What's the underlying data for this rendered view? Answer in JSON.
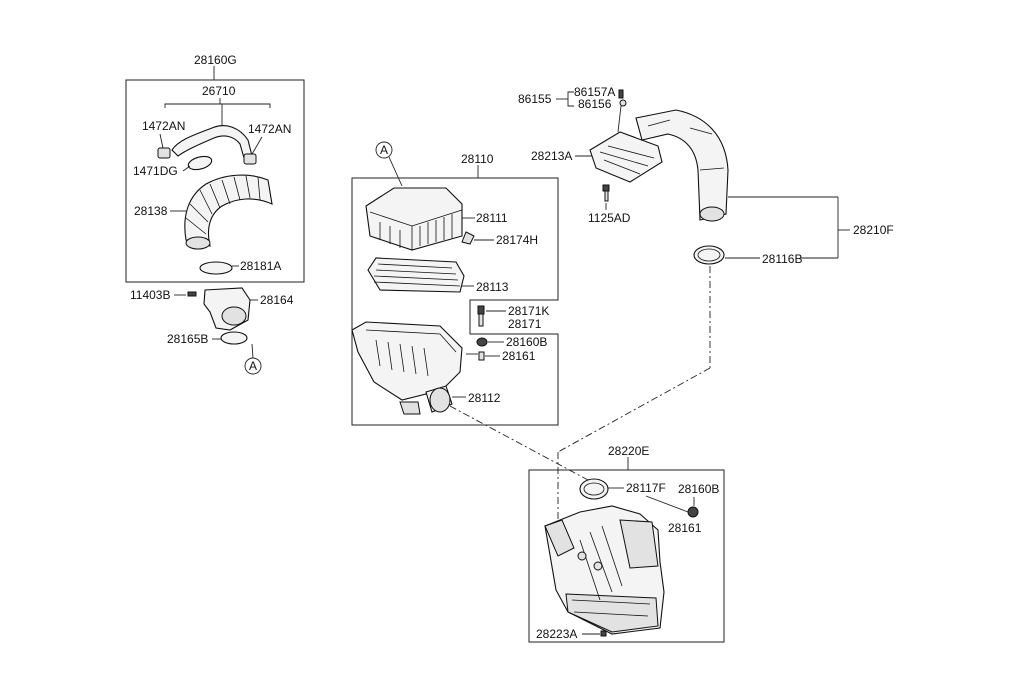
{
  "labels": {
    "p28160G": "28160G",
    "p26710": "26710",
    "p1472AN_left": "1472AN",
    "p1472AN_right": "1472AN",
    "p1471DG": "1471DG",
    "p28138": "28138",
    "p28181A": "28181A",
    "p11403B": "11403B",
    "p28164": "28164",
    "p28165B": "28165B",
    "p28110": "28110",
    "p28111": "28111",
    "p28174H": "28174H",
    "p28113": "28113",
    "p28171K": "28171K",
    "p28171": "28171",
    "p28160B_mid": "28160B",
    "p28161_mid": "28161",
    "p28112": "28112",
    "p86155": "86155",
    "p86157A": "86157A",
    "p86156": "86156",
    "p28213A": "28213A",
    "p1125AD": "1125AD",
    "p28210F": "28210F",
    "p28116B": "28116B",
    "p28220E": "28220E",
    "p28117F": "28117F",
    "p28160B_right": "28160B",
    "p28161_right": "28161",
    "p28223A": "28223A"
  },
  "refs": {
    "refA_top": "A",
    "refA_bottom": "A"
  }
}
